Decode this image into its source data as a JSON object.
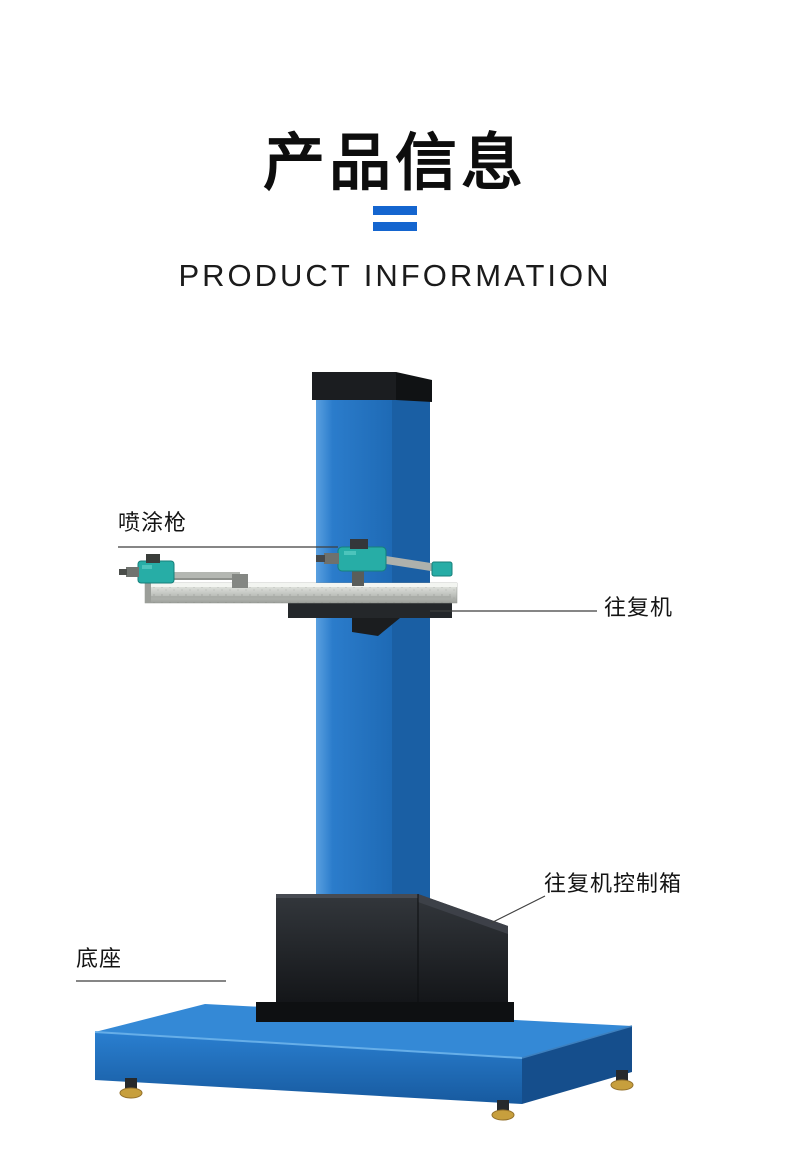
{
  "header": {
    "title_cn": "产品信息",
    "title_en": "PRODUCT INFORMATION",
    "divider_color": "#1465cf"
  },
  "diagram": {
    "labels": {
      "spray_gun": "喷涂枪",
      "reciprocator": "往复机",
      "control_box": "往复机控制箱",
      "base": "底座"
    },
    "colors": {
      "machine_blue": "#2b7ccb",
      "machine_blue_dark": "#1a5fa4",
      "machine_black": "#1d1f22",
      "beam_gray": "#c6c9c4",
      "gun_teal": "#27ada6",
      "foot_gold": "#c79f3d"
    }
  }
}
